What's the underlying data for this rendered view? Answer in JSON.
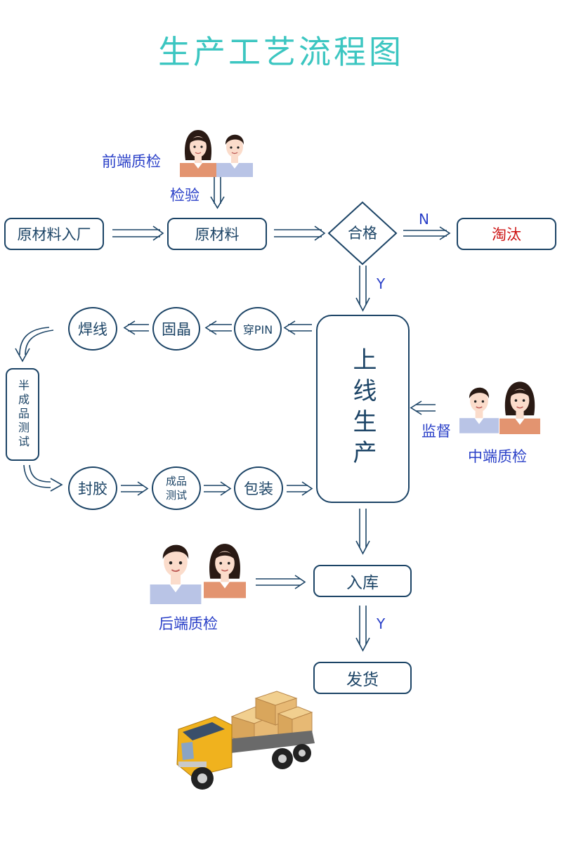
{
  "title": "生产工艺流程图",
  "nodes": {
    "raw_entry": "原材料入厂",
    "raw": "原材料",
    "qualified": "合格",
    "eliminate": "淘汰",
    "online": "上线生产",
    "pin": "穿PIN",
    "die_bond": "固晶",
    "wire_bond": "焊线",
    "semi_test": "半成品测试",
    "seal": "封胶",
    "final_test_line1": "成品",
    "final_test_line2": "测试",
    "pack": "包装",
    "warehouse": "入库",
    "ship": "发货"
  },
  "labels": {
    "front_qc": "前端质检",
    "inspect": "检验",
    "mid_supervise": "监督",
    "mid_qc": "中端质检",
    "back_qc": "后端质检",
    "no": "N",
    "yes1": "Y",
    "yes2": "Y"
  },
  "colors": {
    "title": "#3cc6c1",
    "stroke": "#1c4466",
    "label": "#2a40c8",
    "eliminate_text": "#cc1111",
    "shirt_female": "#e39470",
    "shirt_male": "#b9c4e6",
    "hair": "#2a1a14",
    "skin": "#fbdccb"
  },
  "icons": [
    "female-inspector-icon",
    "male-inspector-icon",
    "delivery-truck-icon"
  ]
}
